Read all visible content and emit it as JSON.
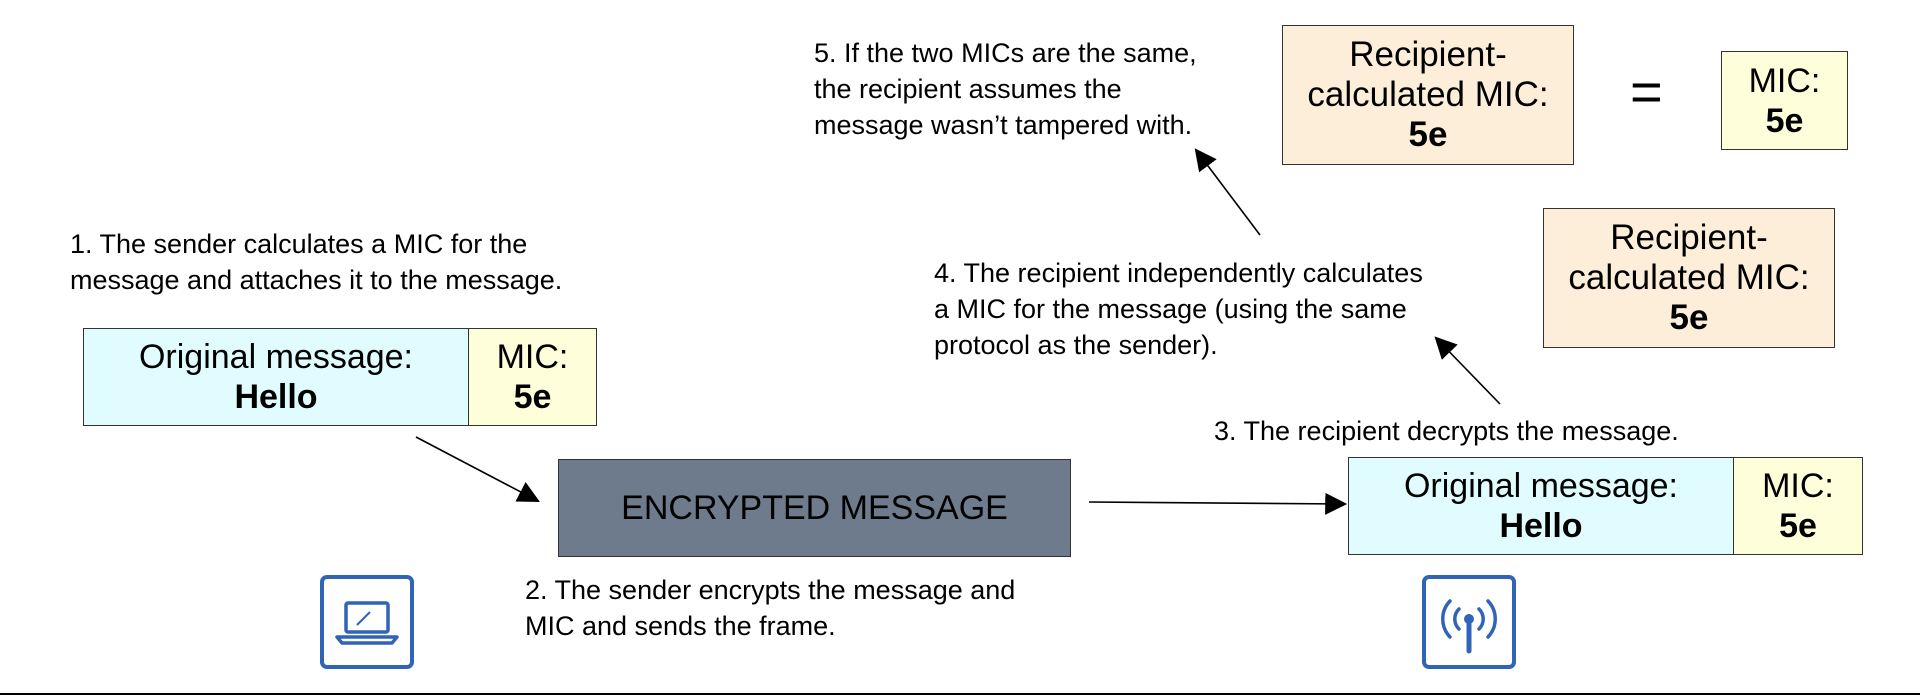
{
  "steps": {
    "step1": "1. The sender calculates a MIC for the\nmessage and attaches it to the message.",
    "step2": "2. The sender encrypts the message and\nMIC and sends the frame.",
    "step3": "3. The recipient decrypts the message.",
    "step4": "4. The recipient independently calculates\na MIC for the message (using the same\nprotocol as the sender).",
    "step5": "5. If the two MICs are the same,\nthe recipient assumes the\nmessage wasn’t tampered with."
  },
  "sender_message": {
    "label": "Original message:",
    "value": "Hello"
  },
  "sender_mic": {
    "label": "MIC:",
    "value": "5e"
  },
  "encrypted": {
    "label": "ENCRYPTED MESSAGE"
  },
  "recipient_message": {
    "label": "Original message:",
    "value": "Hello"
  },
  "recipient_mic": {
    "label": "MIC:",
    "value": "5e"
  },
  "calc_mic_box": {
    "label": "Recipient-\ncalculated MIC:",
    "value": "5e"
  },
  "compare": {
    "calc_label": "Recipient-\ncalculated MIC:",
    "calc_value": "5e",
    "equals": "=",
    "mic_label": "MIC:",
    "mic_value": "5e"
  },
  "icons": {
    "sender": "laptop-icon",
    "recipient": "wireless-access-point-icon"
  },
  "colors": {
    "message_box": "#e0fcfe",
    "mic_box": "#fefedb",
    "calc_box": "#fdeed9",
    "encrypted_box": "#6e7b8c",
    "icon_blue": "#2f64b6"
  }
}
